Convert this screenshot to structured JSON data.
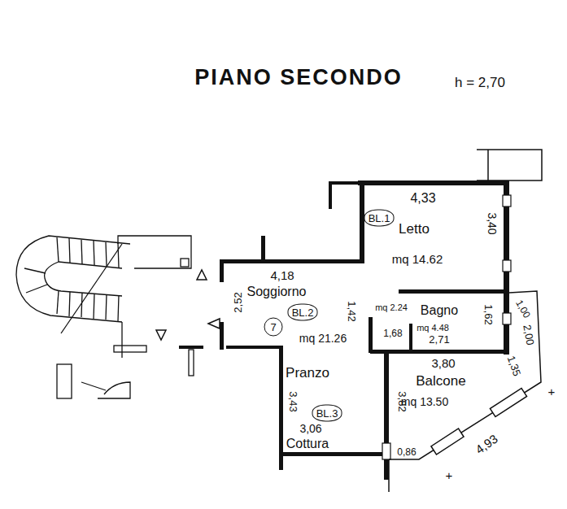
{
  "diagram": {
    "title": "PIANO SECONDO",
    "nodes": [
      {
        "text": [
          "BL.1"
        ]
      },
      {
        "text": [
          "BL.2"
        ]
      },
      {
        "text": [
          "7"
        ]
      },
      {
        "text": [
          "BL.3"
        ]
      }
    ],
    "labels": [
      "h = 2,70",
      "4,33",
      "Letto",
      "3,40",
      "mq 14.62",
      "4,18",
      "Soggiorno",
      "2,52",
      "mq 21.26",
      "1,42",
      "mq 2.24",
      "1,68",
      "Bagno",
      "1,62",
      "mq 4.48",
      "2,71",
      "3,80",
      "Balcone",
      "mq 13.50",
      "Pranzo",
      "3,82",
      "3,43",
      "3,06",
      "Cottura",
      "0,86",
      "4,93",
      "1,35",
      "2,00",
      "1,00",
      "+",
      "+"
    ]
  }
}
